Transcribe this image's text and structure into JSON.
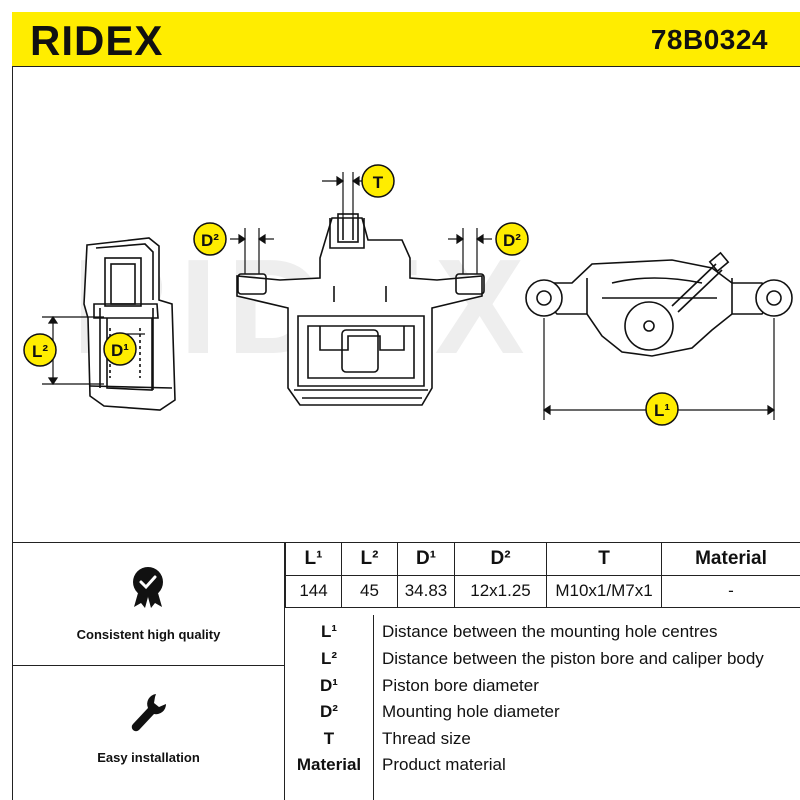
{
  "header": {
    "brand": "RIDEX",
    "part_number": "78B0324",
    "background_color": "#ffed00"
  },
  "drawing": {
    "watermark": "RIDEX",
    "callouts": {
      "t": "T",
      "d2_left": "D²",
      "d2_right": "D²",
      "l2": "L²",
      "d1": "D¹",
      "l1": "L¹"
    },
    "callout_color": "#ffed00"
  },
  "features": [
    {
      "icon": "quality-badge-icon",
      "label": "Consistent high quality"
    },
    {
      "icon": "wrench-icon",
      "label": "Easy installation"
    }
  ],
  "spec_table": {
    "headers": [
      "L¹",
      "L²",
      "D¹",
      "D²",
      "T",
      "Material"
    ],
    "values": [
      "144",
      "45",
      "34.83",
      "12x1.25",
      "M10x1/M7x1",
      "-"
    ]
  },
  "legend": [
    {
      "key": "L¹",
      "desc": "Distance between the mounting hole centres"
    },
    {
      "key": "L²",
      "desc": "Distance between the piston bore and caliper body"
    },
    {
      "key": "D¹",
      "desc": "Piston bore diameter"
    },
    {
      "key": "D²",
      "desc": "Mounting hole diameter"
    },
    {
      "key": "T",
      "desc": "Thread size"
    },
    {
      "key": "Material",
      "desc": "Product material"
    }
  ]
}
